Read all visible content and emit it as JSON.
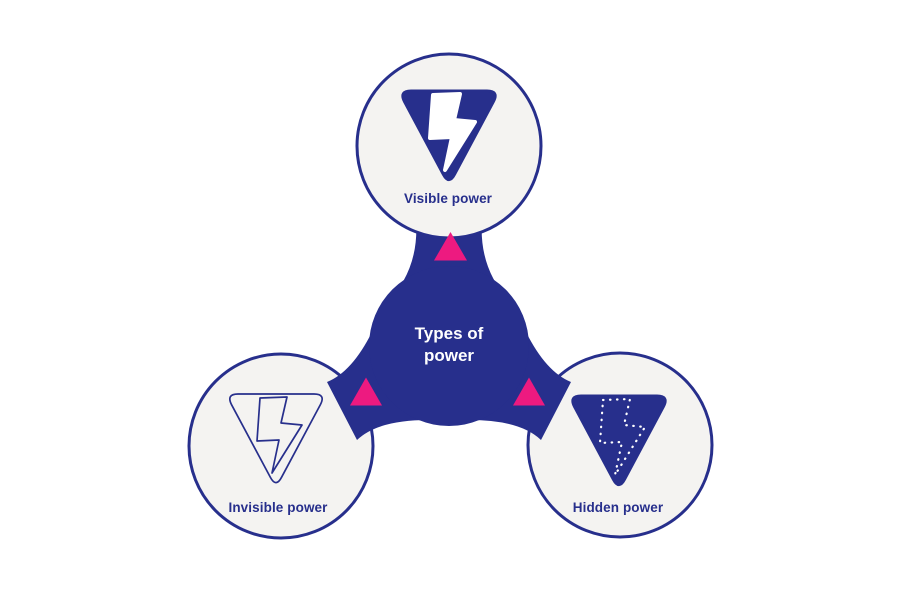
{
  "diagram": {
    "type": "hub-and-spoke",
    "center": {
      "label": "Types of power"
    },
    "nodes": [
      {
        "label": "Visible power",
        "position": "top",
        "icon": "bolt-triangle-filled-icon",
        "icon_style": "solid blue triangle, white bolt"
      },
      {
        "label": "Invisible power",
        "position": "bottom-left",
        "icon": "bolt-triangle-outline-icon",
        "icon_style": "outlined triangle and bolt"
      },
      {
        "label": "Hidden power",
        "position": "bottom-right",
        "icon": "bolt-triangle-dotted-icon",
        "icon_style": "solid blue triangle, dotted bolt"
      }
    ],
    "connector_marker": "pink-up-triangle",
    "colors": {
      "primary_blue": "#272f8c",
      "accent_pink": "#ed1a80",
      "node_fill": "#f4f3f1",
      "background": "#ffffff",
      "center_label_color": "#ffffff"
    }
  }
}
